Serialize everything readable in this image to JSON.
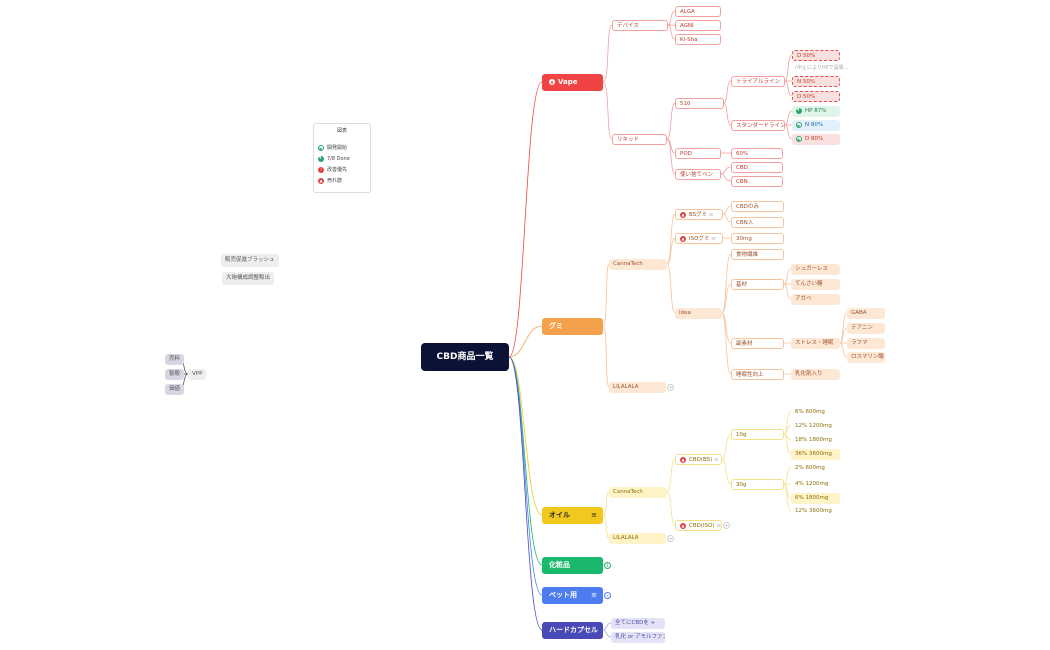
{
  "root": {
    "label": "CBD商品一覧"
  },
  "legend": {
    "title": "図表",
    "items": [
      {
        "label": "開発開始",
        "icon": "play-icon",
        "color": "#2ba66a"
      },
      {
        "label": "7/8 Done",
        "icon": "progress-pie-icon",
        "color": "#2ba66a"
      },
      {
        "label": "改善優先",
        "icon": "priority-icon",
        "color": "#e04040"
      },
      {
        "label": "売れ筋",
        "icon": "fire-icon",
        "color": "#e04040"
      }
    ]
  },
  "floating": {
    "notes": [
      "販売促進ブラッシュ",
      "大砲構成調整販出"
    ],
    "vpp": {
      "label": "VPP",
      "children": [
        "売料",
        "製販",
        "価値"
      ]
    }
  },
  "branches": {
    "vape": {
      "label": "Vape",
      "color": "#f04444",
      "device": {
        "label": "デバイス",
        "items": [
          "ALGA",
          "AGNI",
          "Ki-Sha"
        ]
      },
      "liquid": {
        "label": "リキッド",
        "s510": {
          "label": "510",
          "trial": {
            "label": "トライアルライン",
            "items": [
              "D 50%",
              "N 50%",
              "D 50%"
            ],
            "note": "(中止によりHPで設販..."
          },
          "standard": {
            "label": "スタンダードライン",
            "items": [
              "HP 87%",
              "N 80%",
              "D 80%"
            ]
          }
        },
        "pod": {
          "label": "POD",
          "value": "60%"
        },
        "disposable": {
          "label": "使い捨てペン",
          "items": [
            "CBD",
            "CBN"
          ]
        }
      }
    },
    "gummy": {
      "label": "グミ",
      "color": "#f5a04a",
      "cannatech": {
        "label": "CannaTech",
        "bs": {
          "label": "BSグミ",
          "items": [
            "CBDのみ",
            "CBN入"
          ]
        },
        "iso": {
          "label": "ISOグミ",
          "value": "30mg"
        },
        "idea": {
          "label": "Idea",
          "func": {
            "label": "食物繊維"
          },
          "base": {
            "label": "基材",
            "items": [
              "シュガーレス",
              "てんさい糖",
              "アガベ"
            ]
          },
          "ingredient": {
            "label": "副素材",
            "stress": {
              "label": "ストレス・睡眠",
              "items": [
                "GABA",
                "テアニン",
                "ラフマ",
                "ロスマリン酸"
              ]
            }
          },
          "improve": {
            "label": "睡眠性向上",
            "value": "乳化剤入り"
          }
        }
      },
      "lilalala": {
        "label": "LILALALA"
      }
    },
    "oil": {
      "label": "オイル",
      "color": "#f2c81e",
      "cannatech": {
        "label": "CannaTech",
        "cbdbs": {
          "label": "CBD(BS)",
          "g10": {
            "label": "10g",
            "items": [
              "6% 600mg",
              "12% 1200mg",
              "18% 1800mg",
              "36% 3600mg"
            ]
          },
          "g30": {
            "label": "30g",
            "items": [
              "2% 600mg",
              "4% 1200mg",
              "6% 1800mg",
              "12% 3600mg"
            ]
          }
        },
        "cbdiso": {
          "label": "CBD(ISO)"
        }
      },
      "lilalala": {
        "label": "LILALALA"
      }
    },
    "cosmetic": {
      "label": "化粧品",
      "color": "#19b86c"
    },
    "pet": {
      "label": "ペット用",
      "color": "#4d7cf0"
    },
    "hard": {
      "label": "ハードカプセル",
      "color": "#4a49b8",
      "items": [
        "全てにCBDを +",
        "乳化 or アモルファス"
      ]
    }
  }
}
